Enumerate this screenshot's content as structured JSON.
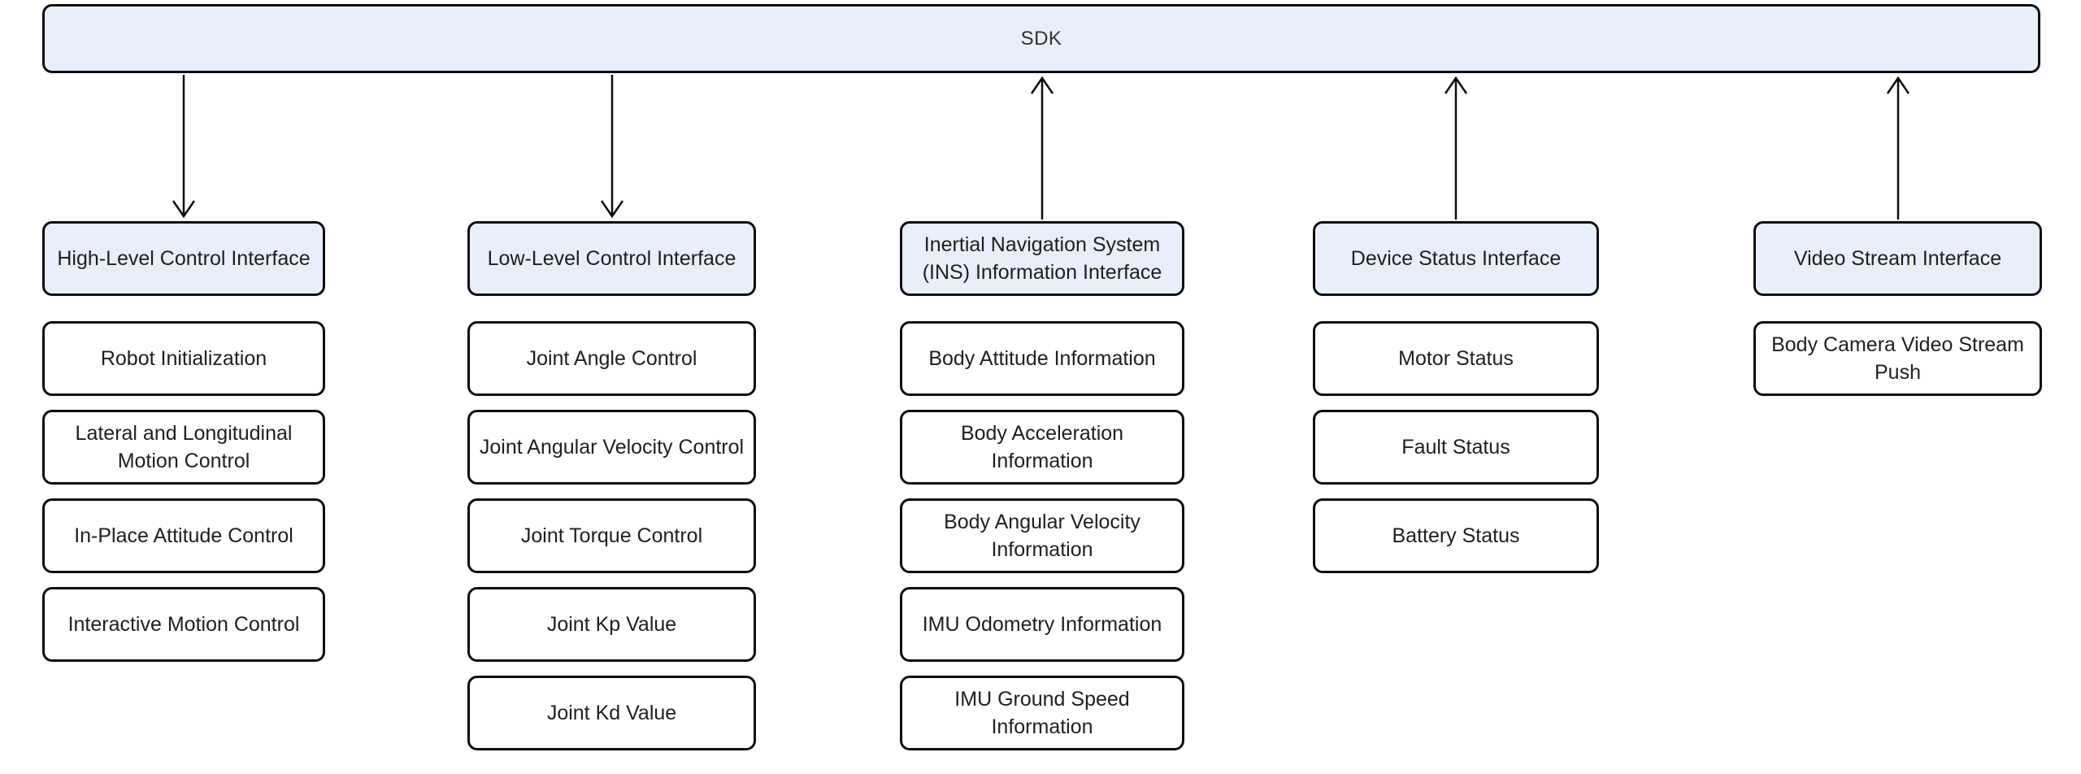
{
  "diagram": {
    "root_label": "SDK",
    "columns": [
      {
        "id": "high-level-control-interface",
        "header": "High-Level Control Interface",
        "arrow": "down",
        "items": [
          "Robot Initialization",
          "Lateral and Longitudinal\nMotion Control",
          "In-Place Attitude Control",
          "Interactive Motion Control"
        ]
      },
      {
        "id": "low-level-control-interface",
        "header": "Low-Level Control Interface",
        "arrow": "down",
        "items": [
          "Joint Angle Control",
          "Joint Angular Velocity Control",
          "Joint Torque Control",
          "Joint Kp Value",
          "Joint Kd Value"
        ]
      },
      {
        "id": "ins-information-interface",
        "header": "Inertial Navigation System\n(INS) Information Interface",
        "arrow": "up",
        "items": [
          "Body Attitude Information",
          "Body Acceleration\nInformation",
          "Body Angular Velocity\nInformation",
          "IMU Odometry Information",
          "IMU Ground Speed\nInformation"
        ]
      },
      {
        "id": "device-status-interface",
        "header": "Device Status Interface",
        "arrow": "up",
        "items": [
          "Motor Status",
          "Fault Status",
          "Battery Status"
        ]
      },
      {
        "id": "video-stream-interface",
        "header": "Video Stream Interface",
        "arrow": "up",
        "items": [
          "Body Camera Video Stream\nPush"
        ]
      }
    ]
  },
  "colors": {
    "node_fill_blue": "#e9eefb",
    "node_fill_white": "#ffffff",
    "node_border": "#0d0d0d",
    "text": "#1f1f1f",
    "background": "#ffffff"
  }
}
